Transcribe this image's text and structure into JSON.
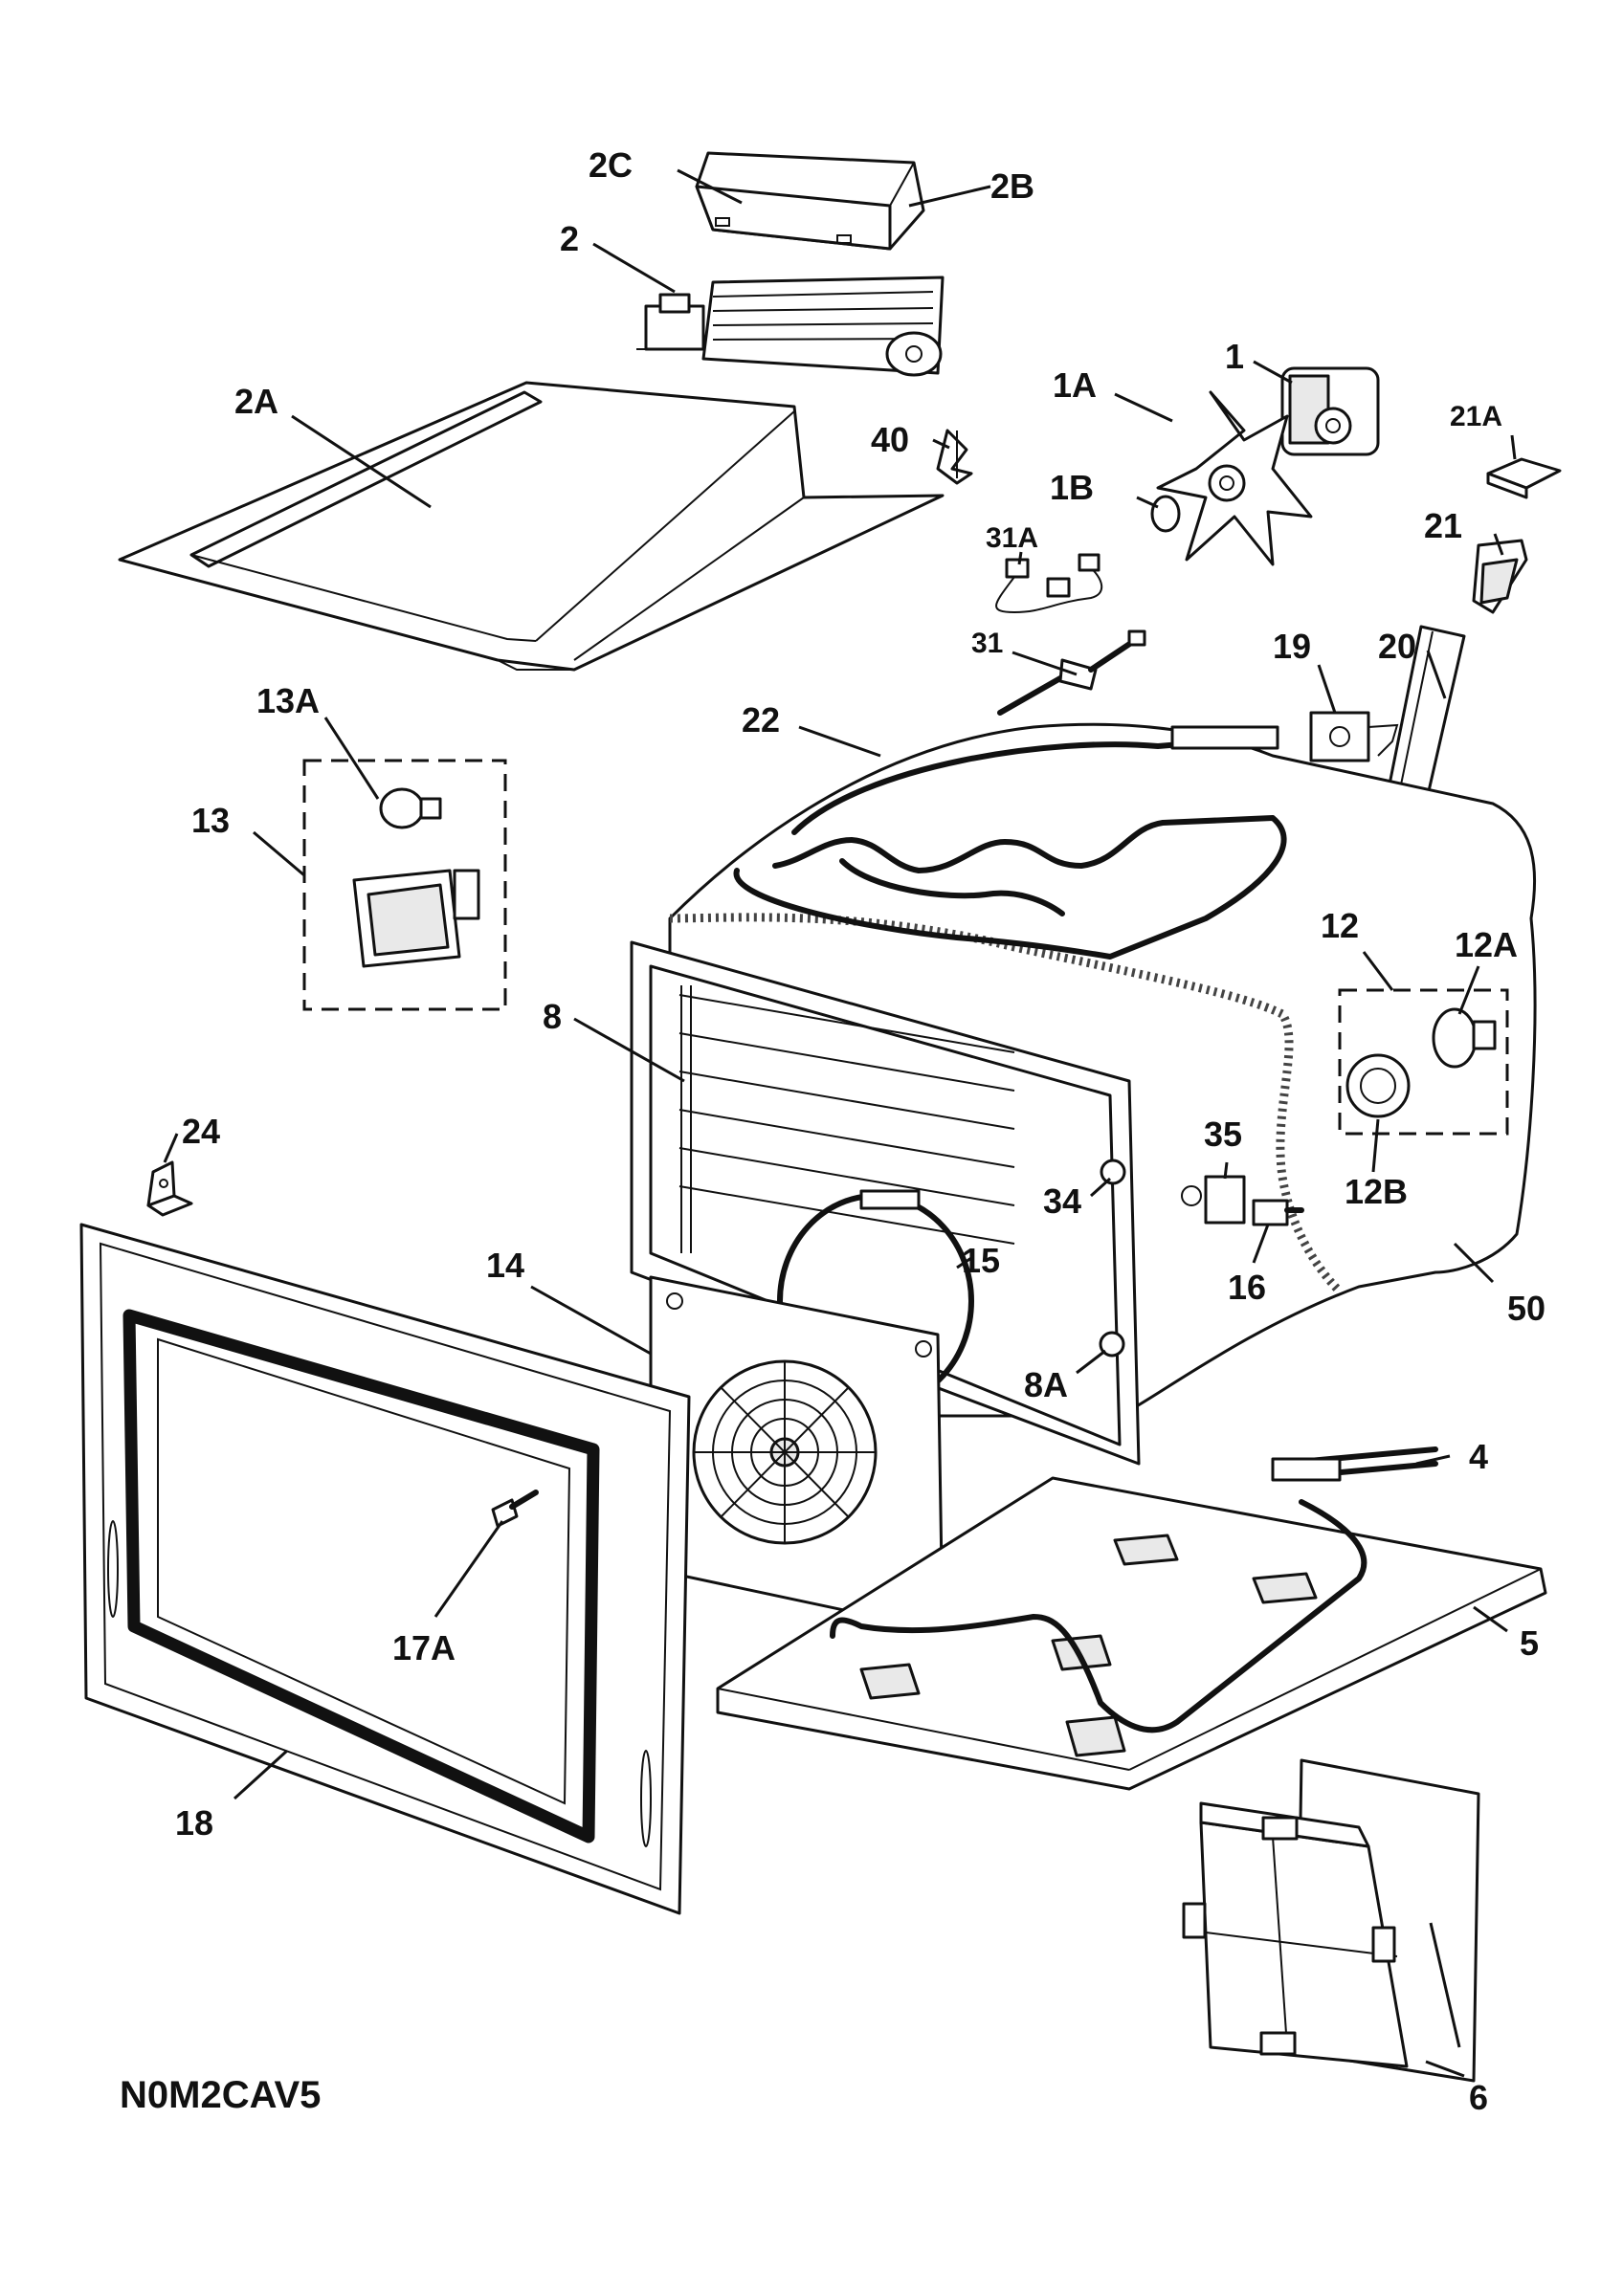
{
  "diagram": {
    "code": "N0M2CAV5",
    "callouts": {
      "p1": "1",
      "p1A": "1A",
      "p1B": "1B",
      "p2": "2",
      "p2A": "2A",
      "p2B": "2B",
      "p2C": "2C",
      "p4": "4",
      "p5": "5",
      "p6": "6",
      "p8": "8",
      "p8A": "8A",
      "p12": "12",
      "p12A": "12A",
      "p12B": "12B",
      "p13": "13",
      "p13A": "13A",
      "p14": "14",
      "p15": "15",
      "p16": "16",
      "p17A": "17A",
      "p18": "18",
      "p19": "19",
      "p20": "20",
      "p21": "21",
      "p21A": "21A",
      "p22": "22",
      "p24": "24",
      "p31": "31",
      "p31A": "31A",
      "p34": "34",
      "p35": "35",
      "p40": "40",
      "p50": "50"
    }
  }
}
